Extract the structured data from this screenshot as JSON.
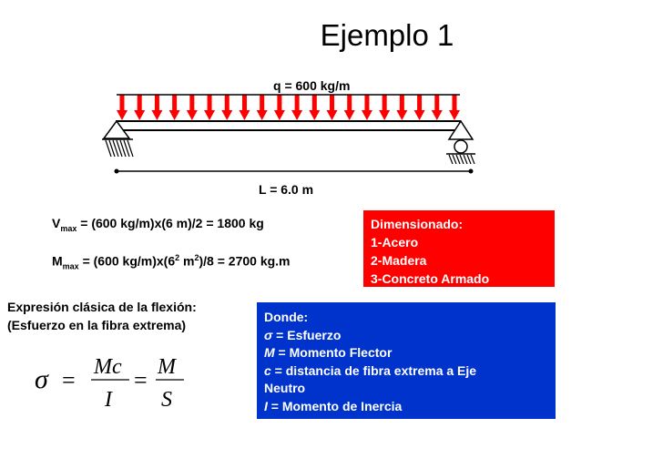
{
  "title": "Ejemplo 1",
  "load_label": "q = 600 kg/m",
  "length_label": "L = 6.0 m",
  "shear": {
    "symbol": "V",
    "sub": "max",
    "expr": " = (600 kg/m)x(6 m)/2 = 1800 kg"
  },
  "moment": {
    "symbol": "M",
    "sub": "max",
    "expr_a": " = (600 kg/m)x(6",
    "exp1": "2",
    "expr_b": " m",
    "exp2": "2",
    "expr_c": ")/8 = 2700 kg.m"
  },
  "dimension_box": {
    "title": "Dimensionado:",
    "items": [
      "1-Acero",
      "2-Madera",
      "3-Concreto Armado"
    ]
  },
  "flexion_label": {
    "line1": "Expresión clásica de la flexión:",
    "line2": "(Esfuerzo en la fibra extrema)"
  },
  "formula": {
    "sigma": "σ",
    "eq": "=",
    "num1": "Mc",
    "den1": "I",
    "num2": "M",
    "den2": "S"
  },
  "definitions": {
    "title": "Donde:",
    "items": [
      {
        "sym": "σ",
        "text": " = Esfuerzo"
      },
      {
        "sym": "M",
        "text": " = Momento Flector"
      },
      {
        "sym": "c",
        "text": " = distancia de fibra extrema a Eje"
      },
      {
        "sym": "",
        "text": "Neutro"
      },
      {
        "sym": "I",
        "text": " = Momento de Inercia"
      }
    ]
  },
  "colors": {
    "load_arrow": "#ff0000",
    "dimension_box": "#ff0000",
    "definitions_box": "#0033cc"
  }
}
